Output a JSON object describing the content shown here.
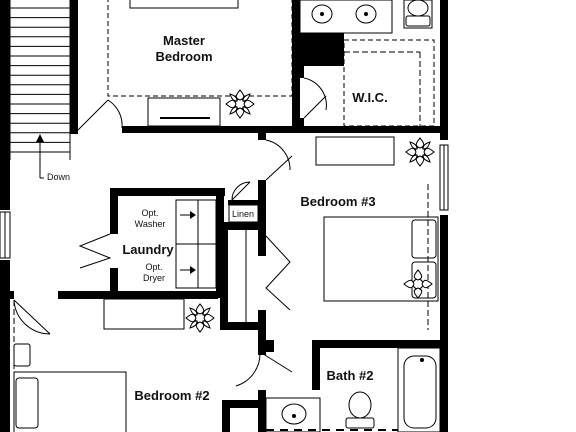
{
  "rooms": {
    "master_bedroom_line1": "Master",
    "master_bedroom_line2": "Bedroom",
    "wic": "W.I.C.",
    "bedroom3": "Bedroom #3",
    "linen": "Linen",
    "laundry": "Laundry",
    "washer_line1": "Opt.",
    "washer_line2": "Washer",
    "dryer_line1": "Opt.",
    "dryer_line2": "Dryer",
    "bedroom2": "Bedroom #2",
    "bath2": "Bath #2",
    "down": "Down"
  }
}
